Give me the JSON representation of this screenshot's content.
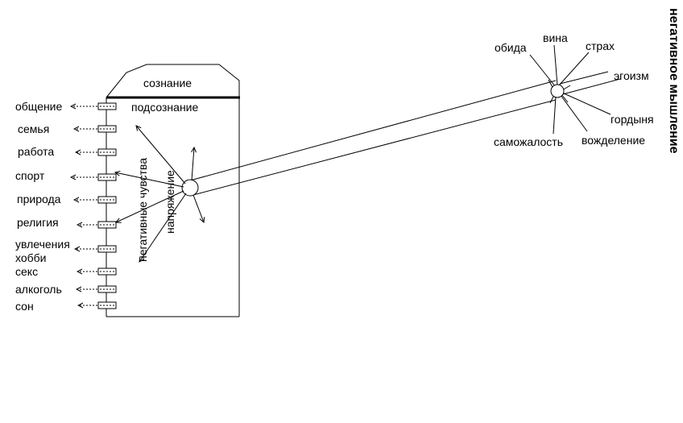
{
  "house": {
    "roof_label": "сознание",
    "subconscious_label": "подсознание"
  },
  "left_items": [
    "общение",
    "семья",
    "работа",
    "спорт",
    "природа",
    "религия",
    "увлечения",
    "хобби",
    "секс",
    "алкоголь",
    "сон"
  ],
  "inner_labels": {
    "negative_feelings": "негативные чувства",
    "tension": "напряжение"
  },
  "right_labels": {
    "resentment": "обида",
    "guilt": "вина",
    "fear": "страх",
    "egoism": "эгоизм",
    "pride": "гордыня",
    "lust": "вожделение",
    "self_pity": "саможалость"
  },
  "vertical_title": "негативное мышление"
}
